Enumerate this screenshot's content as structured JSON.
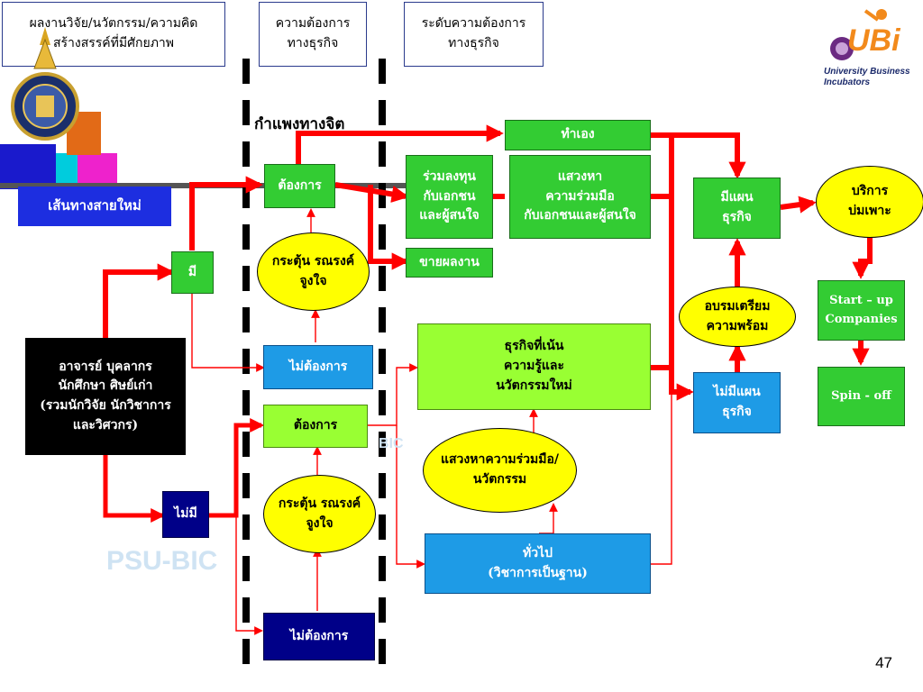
{
  "headers": {
    "research": "ผลงานวิจัย/นวัตกรรม/ความคิด\nสร้างสรรค์ที่มีศักยภาพ",
    "business_need": "ความต้องการ\nทางธุรกิจ",
    "need_level": "ระดับความต้องการ\nทางธุรกิจ"
  },
  "logo": {
    "ubi_mark": "UBi",
    "ubi_caption": "University Business\nIncubators"
  },
  "watermark": {
    "psu_bic": "PSU-BIC",
    "bic": "BIC"
  },
  "route_label": "เส้นทางสายใหม่",
  "wall_label": "กำแพงทางจิต",
  "nodes": {
    "people": "อาจารย์ บุคลากร\nนักศึกษา ศิษย์เก่า\n(รวมนักวิจัย นักวิชาการ\nและวิศวกร)",
    "have": "มี",
    "have_not": "ไม่มี",
    "want_top": "ต้องการ",
    "motivate_top": "กระตุ้น รณรงค์\nจูงใจ",
    "not_want_top": "ไม่ต้องการ",
    "want_bottom": "ต้องการ",
    "motivate_bottom": "กระตุ้น รณรงค์\nจูงใจ",
    "not_want_bottom": "ไม่ต้องการ",
    "do_self": "ทำเอง",
    "co_invest": "ร่วมลงทุน\nกับเอกชน\nและผู้สนใจ",
    "seek_coop": "แสวงหา\nความร่วมมือ\nกับเอกชนและผู้สนใจ",
    "sell_work": "ขายผลงาน",
    "focus_business": "ธุรกิจที่เน้น\nความรู้และ\nนวัตกรรมใหม่",
    "seek_innovation": "แสวงหาความร่วมมือ/\nนวัตกรรม",
    "general": "ทั่วไป\n(วิชาการเป็นฐาน)",
    "has_plan": "มีแผน\nธุรกิจ",
    "train": "อบรมเตรียม\nความพร้อม",
    "no_plan": "ไม่มีแผน\nธุรกิจ",
    "incubate": "บริการ\nบ่มเพาะ",
    "startup": "Start – up\nCompanies",
    "spinoff": "Spin - off"
  },
  "page_number": "47",
  "colors": {
    "arrow_red": "#ff0000",
    "green_box": "#33cc33",
    "lime_box": "#99ff33",
    "blue_box": "#1e9be6",
    "navy_box": "#000088",
    "yellow_ellipse": "#ffff00",
    "route_blue": "#1d2ee0"
  }
}
